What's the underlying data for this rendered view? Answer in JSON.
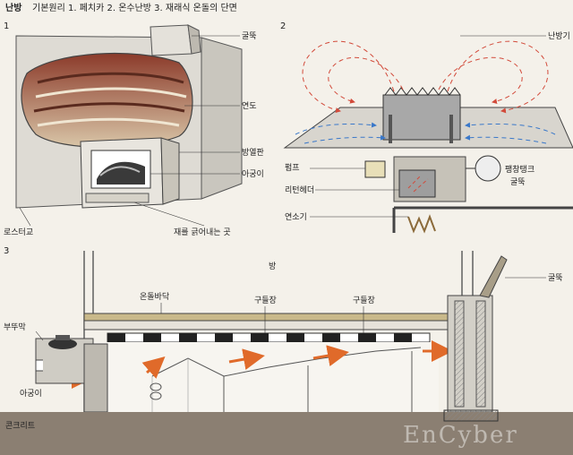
{
  "title": {
    "main": "난방",
    "sub": "기본원리 1. 페치카 2. 온수난방 3. 재래식 온돌의 단면"
  },
  "panel_numbers": {
    "p1": "1",
    "p2": "2",
    "p3": "3"
  },
  "fig1": {
    "labels": {
      "chimney": "굴뚝",
      "flue": "연도",
      "firebox_wall": "방열판",
      "firebox": "아궁이",
      "ash_pit": "재를 긁어내는 곳",
      "bottom_left": "로스터교"
    }
  },
  "fig2": {
    "labels": {
      "radiator": "난방기",
      "pump": "펌프",
      "return_header": "리턴헤더",
      "expansion_tank": "팽창탱크",
      "expansion_tank_sub": "굴뚝",
      "burner": "연소기"
    }
  },
  "fig3": {
    "labels": {
      "room": "방",
      "floor_finish": "온돌바닥",
      "stone_slab": "구들장",
      "gudeul": "구들장",
      "chimney": "굴뚝",
      "cauldron": "부뚜막",
      "firebox": "아궁이",
      "ground": "콘크리트"
    }
  },
  "watermark": "EnCyber",
  "colors": {
    "hot_air": "#d24a3a",
    "cool_air": "#3a78c9",
    "flame": "#e06a2a",
    "gray": "#9a9a9a"
  }
}
